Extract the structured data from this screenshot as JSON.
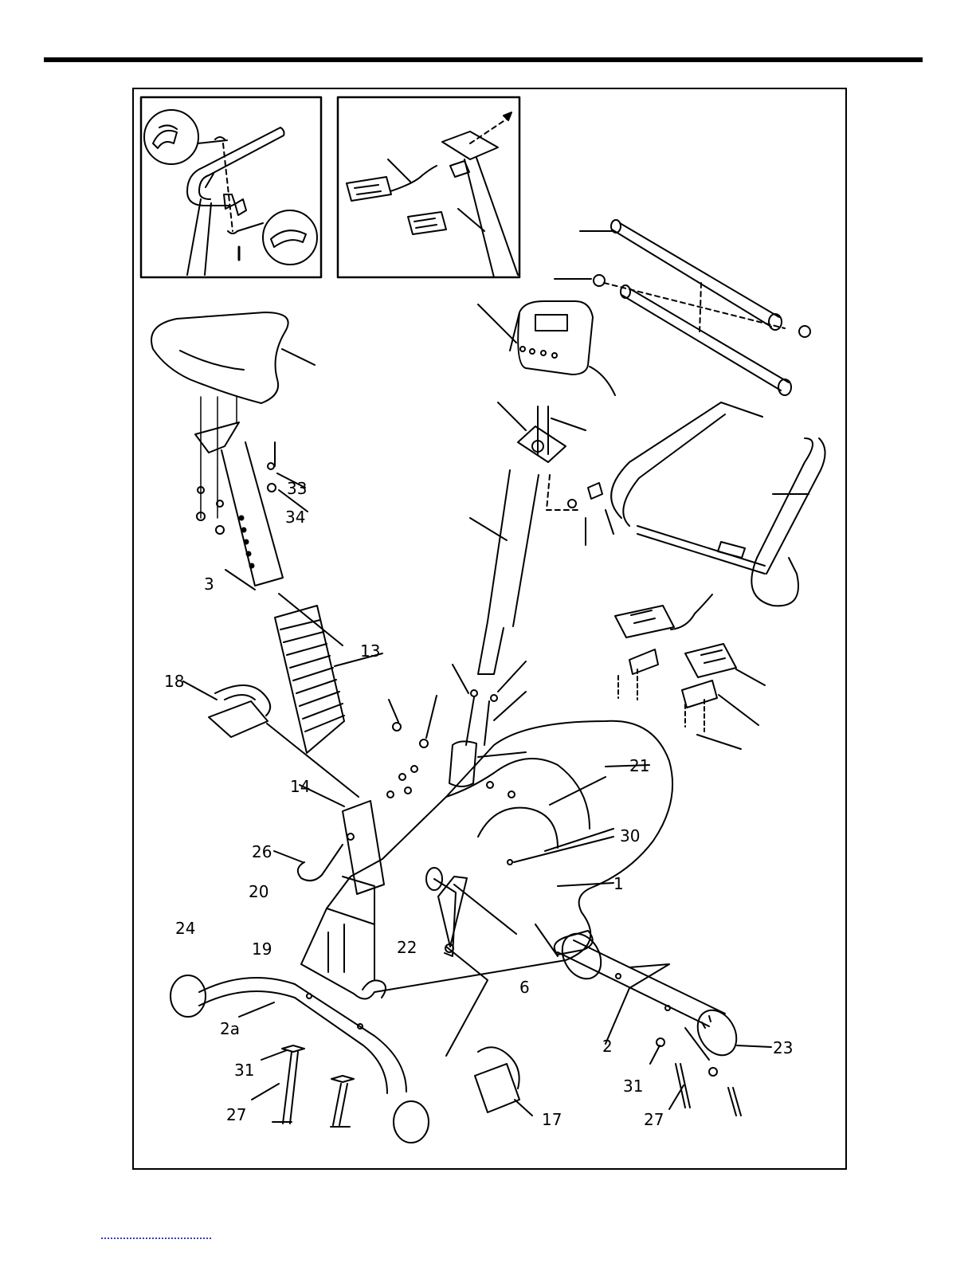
{
  "page": {
    "title": "",
    "colors": {
      "ink": "#000000",
      "paper": "#ffffff",
      "footer_mark": "#3a3acb"
    }
  },
  "diagram": {
    "kind": "exploded-parts-view",
    "labels": [
      "33",
      "34",
      "3",
      "13",
      "18",
      "14",
      "26",
      "20",
      "19",
      "24",
      "2a",
      "31",
      "27",
      "22",
      "6",
      "17",
      "21",
      "30",
      "1",
      "2",
      "23",
      "31",
      "27"
    ]
  }
}
